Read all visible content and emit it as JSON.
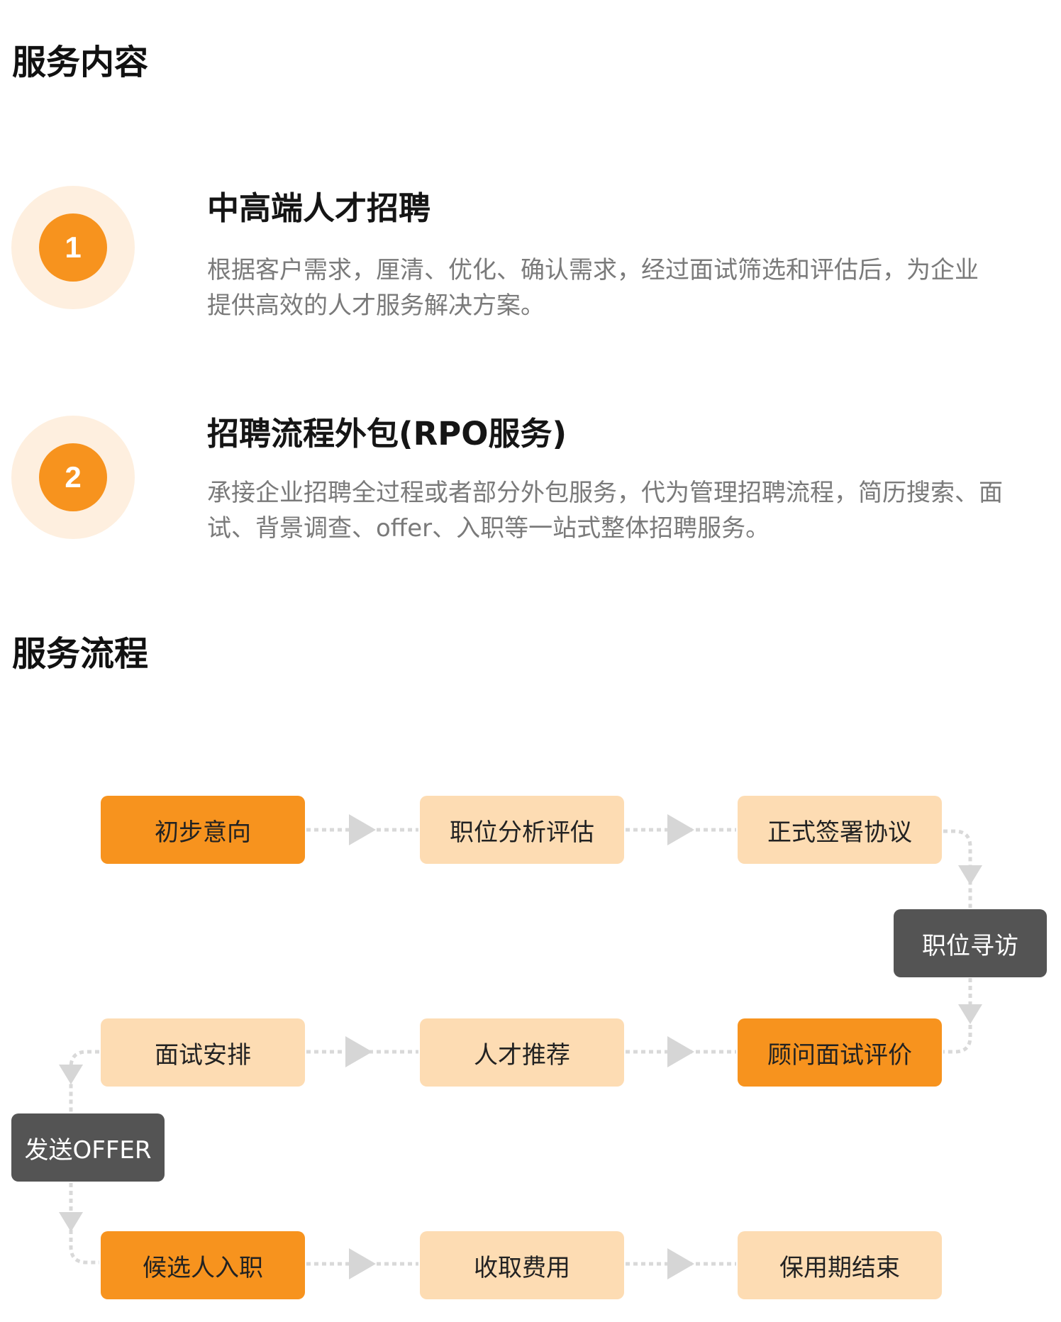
{
  "service_content": {
    "heading": "服务内容",
    "items": [
      {
        "number": "1",
        "title": "中高端人才招聘",
        "description_lines": [
          "根据客户需求，厘清、优化、确认需求，经过面试筛选和评估后，为企业",
          "提供高效的人才服务解决方案。"
        ]
      },
      {
        "number": "2",
        "title": "招聘流程外包(RPO服务)",
        "description_lines": [
          "承接企业招聘全过程或者部分外包服务，代为管理招聘流程，简历搜索、面",
          "试、背景调查、offer、入职等一站式整体招聘服务。"
        ]
      }
    ]
  },
  "service_flow": {
    "heading": "服务流程",
    "steps": [
      {
        "label": "初步意向",
        "style": "orange"
      },
      {
        "label": "职位分析评估",
        "style": "peach"
      },
      {
        "label": "正式签署协议",
        "style": "peach"
      },
      {
        "label": "职位寻访",
        "style": "dark"
      },
      {
        "label": "顾问面试评价",
        "style": "orange"
      },
      {
        "label": "人才推荐",
        "style": "peach"
      },
      {
        "label": "面试安排",
        "style": "peach"
      },
      {
        "label": "发送OFFER",
        "style": "dark"
      },
      {
        "label": "候选人入职",
        "style": "orange"
      },
      {
        "label": "收取费用",
        "style": "peach"
      },
      {
        "label": "保用期结束",
        "style": "peach"
      }
    ]
  },
  "colors": {
    "orange": "#F7931E",
    "peach": "#FDDCB3",
    "dark": "#545454",
    "circle_outer": "#FEEFDF",
    "connector": "#D9D9D9",
    "desc_text": "#7a7a7a"
  }
}
